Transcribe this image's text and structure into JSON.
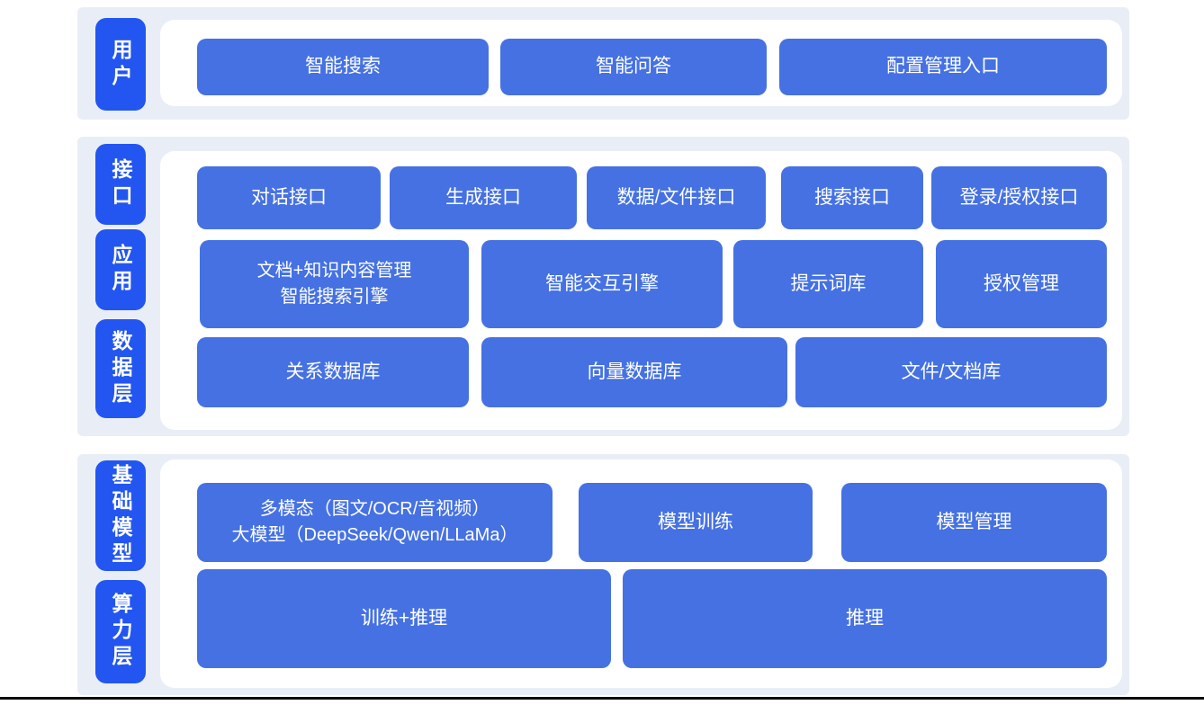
{
  "colors": {
    "page_bg": "#ffffff",
    "band_bg": "#e9eef6",
    "panel_bg": "#ffffff",
    "block_blue": "#4571e3",
    "layer_label_blue": "#2356f0",
    "text": "#ffffff",
    "bottom_line": "#0c0c0c"
  },
  "bands": [
    {
      "labels": [
        "用户"
      ],
      "rows": [
        [
          "智能搜索",
          "智能问答",
          "配置管理入口"
        ]
      ]
    },
    {
      "labels": [
        "接口",
        "应用",
        "数据层"
      ],
      "rows": [
        [
          "对话接口",
          "生成接口",
          "数据/文件接口",
          "搜索接口",
          "登录/授权接口"
        ],
        [
          "文档+知识内容管理\n智能搜索引擎",
          "智能交互引擎",
          "提示词库",
          "授权管理"
        ],
        [
          "关系数据库",
          "向量数据库",
          "文件/文档库"
        ]
      ]
    },
    {
      "labels": [
        "基础模型",
        "算力层"
      ],
      "rows": [
        [
          "多模态（图文/OCR/音视频）\n大模型（DeepSeek/Qwen/LLaMa）",
          "模型训练",
          "模型管理"
        ],
        [
          "训练+推理",
          "推理"
        ]
      ]
    }
  ]
}
